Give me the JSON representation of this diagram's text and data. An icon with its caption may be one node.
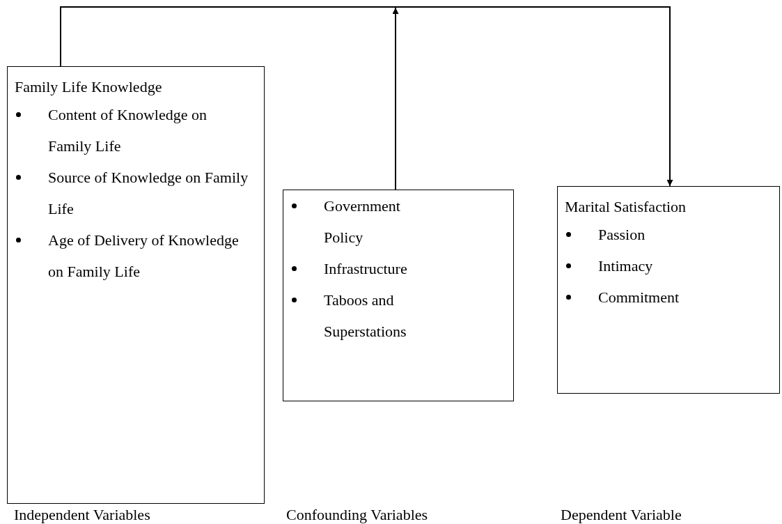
{
  "diagram": {
    "nodes": [
      {
        "text": [
          "Family Life Knowledge",
          "Content of Knowledge on Family Life",
          "Source of Knowledge on Family Life",
          "Age of Delivery of Knowledge on Family Life"
        ]
      },
      {
        "text": [
          "Government Policy",
          "Infrastructure",
          "Taboos and Superstations"
        ]
      },
      {
        "text": [
          "Marital Satisfaction",
          "Passion",
          "Intimacy",
          "Commitment"
        ]
      }
    ],
    "edges": [
      {
        "from": 0,
        "to": 2,
        "arrow": "to"
      },
      {
        "from": 1,
        "to": null,
        "arrow": "to"
      }
    ],
    "labels": [
      "Independent Variables",
      "Confounding Variables",
      "Dependent Variable"
    ]
  }
}
